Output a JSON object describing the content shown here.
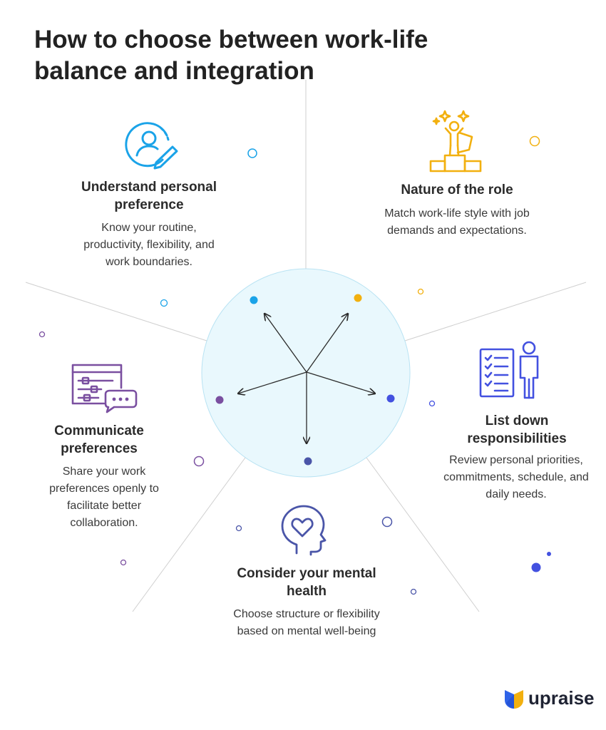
{
  "title": "How to choose between work-life balance and integration",
  "sections": [
    {
      "title": "Understand personal preference",
      "desc": "Know your routine, productivity, flexibility, and work boundaries.",
      "icon": "person-edit-icon",
      "color": "#1aa3e8"
    },
    {
      "title": "Nature of the role",
      "desc": "Match work-life style with job demands and expectations.",
      "icon": "hero-podium-icon",
      "color": "#f2b00f"
    },
    {
      "title": "List down responsibilities",
      "desc": "Review personal priorities, commitments, schedule, and daily needs.",
      "icon": "checklist-person-icon",
      "color": "#4351e0"
    },
    {
      "title": "Consider your mental health",
      "desc": "Choose structure or flexibility based on mental well-being",
      "icon": "head-heart-icon",
      "color": "#4a55a8"
    },
    {
      "title": "Communicate preferences",
      "desc": "Share your work preferences openly to facilitate better collaboration.",
      "icon": "settings-chat-icon",
      "color": "#7a4fa0"
    }
  ],
  "brand": {
    "name": "upraise",
    "logo_icon": "upraise-logo-icon"
  },
  "colors": {
    "circle_fill": "#e9f8fd",
    "line": "#c9c9c9",
    "arrow": "#2b2b2b"
  }
}
